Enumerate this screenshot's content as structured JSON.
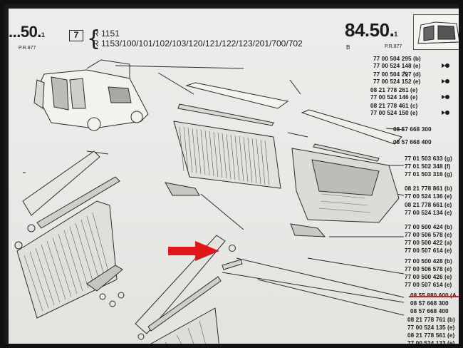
{
  "header": {
    "left_page_number": "...50.",
    "left_page_number_sub": "1",
    "left_pr": "P.R.877",
    "section_number": "7",
    "model_line_1": "R 1151",
    "model_line_2": "R 1153/100/101/102/103/120/121/122/123/201/700/702",
    "right_page_number_main": "84",
    "right_page_number_dot": ".50.",
    "right_page_number_sub": "1",
    "right_page_suffix": "B",
    "right_pr": "P.R.877"
  },
  "part_numbers": [
    "77 00 504 295 (b)",
    "77 00 524 148 (e)",
    "77 00 504 297 (d)",
    "77 00 524 152 (e)",
    "08 21 778 261 (e)",
    "77 00 524 146 (e)",
    "08 21 778 461 (c)",
    "77 00 524 150 (e)",
    "08 57 668 300",
    "08 57 668 400",
    "77 01 503 633 (g)",
    "77 01 502 348 (f)",
    "77 01 503 316 (g)",
    "08 21 778 861 (b)",
    "77 00 524 136 (e)",
    "08 21 778 661 (e)",
    "77 00 524 134 (e)",
    "77 00 500 424 (b)",
    "77 00 506 578 (e)",
    "77 00 500 422 (a)",
    "77 00 507 614 (e)",
    "77 00 500 428 (b)",
    "77 00 506 578 (e)",
    "77 00 500 426 (e)",
    "77 00 507 614 (e)",
    "08 55 880 600 (A",
    "08 57 668 300",
    "08 57 668 400",
    "08 21 778 761 (b)",
    "77 00 524 135 (e)",
    "08 21 778 561 (e)",
    "77 00 524 133 (e)"
  ],
  "colors": {
    "paper": "#ecedea",
    "ink": "#1b1b1b",
    "arrow": "#e0161b",
    "highlight_underline": "#d21e1e"
  }
}
